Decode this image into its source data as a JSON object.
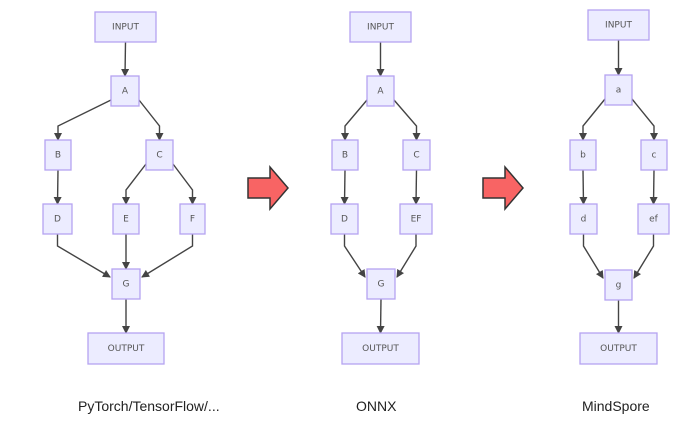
{
  "colors": {
    "node_fill": "#ececff",
    "node_stroke": "#b5a3f0",
    "edge": "#444444",
    "transform_arrow_fill": "#f86464",
    "transform_arrow_stroke": "#333333"
  },
  "diagrams": [
    {
      "caption": "PyTorch/TensorFlow/...",
      "nodes": [
        {
          "id": "INPUT",
          "label": "INPUT"
        },
        {
          "id": "A",
          "label": "A"
        },
        {
          "id": "B",
          "label": "B"
        },
        {
          "id": "C",
          "label": "C"
        },
        {
          "id": "D",
          "label": "D"
        },
        {
          "id": "E",
          "label": "E"
        },
        {
          "id": "F",
          "label": "F"
        },
        {
          "id": "G",
          "label": "G"
        },
        {
          "id": "OUTPUT",
          "label": "OUTPUT"
        }
      ],
      "edges": [
        [
          "INPUT",
          "A"
        ],
        [
          "A",
          "B"
        ],
        [
          "A",
          "C"
        ],
        [
          "B",
          "D"
        ],
        [
          "C",
          "E"
        ],
        [
          "C",
          "F"
        ],
        [
          "D",
          "G"
        ],
        [
          "E",
          "G"
        ],
        [
          "F",
          "G"
        ],
        [
          "G",
          "OUTPUT"
        ]
      ]
    },
    {
      "caption": "ONNX",
      "nodes": [
        {
          "id": "INPUT",
          "label": "INPUT"
        },
        {
          "id": "A",
          "label": "A"
        },
        {
          "id": "B",
          "label": "B"
        },
        {
          "id": "C",
          "label": "C"
        },
        {
          "id": "D",
          "label": "D"
        },
        {
          "id": "EF",
          "label": "EF"
        },
        {
          "id": "G",
          "label": "G"
        },
        {
          "id": "OUTPUT",
          "label": "OUTPUT"
        }
      ],
      "edges": [
        [
          "INPUT",
          "A"
        ],
        [
          "A",
          "B"
        ],
        [
          "A",
          "C"
        ],
        [
          "B",
          "D"
        ],
        [
          "C",
          "EF"
        ],
        [
          "D",
          "G"
        ],
        [
          "EF",
          "G"
        ],
        [
          "G",
          "OUTPUT"
        ]
      ]
    },
    {
      "caption": "MindSpore",
      "nodes": [
        {
          "id": "INPUT",
          "label": "INPUT"
        },
        {
          "id": "a",
          "label": "a"
        },
        {
          "id": "b",
          "label": "b"
        },
        {
          "id": "c",
          "label": "c"
        },
        {
          "id": "d",
          "label": "d"
        },
        {
          "id": "ef",
          "label": "ef"
        },
        {
          "id": "g",
          "label": "g"
        },
        {
          "id": "OUTPUT",
          "label": "OUTPUT"
        }
      ],
      "edges": [
        [
          "INPUT",
          "a"
        ],
        [
          "a",
          "b"
        ],
        [
          "a",
          "c"
        ],
        [
          "b",
          "d"
        ],
        [
          "c",
          "ef"
        ],
        [
          "d",
          "g"
        ],
        [
          "ef",
          "g"
        ],
        [
          "g",
          "OUTPUT"
        ]
      ]
    }
  ],
  "transform_arrows": [
    {
      "from": "PyTorch/TensorFlow/...",
      "to": "ONNX"
    },
    {
      "from": "ONNX",
      "to": "MindSpore"
    }
  ]
}
